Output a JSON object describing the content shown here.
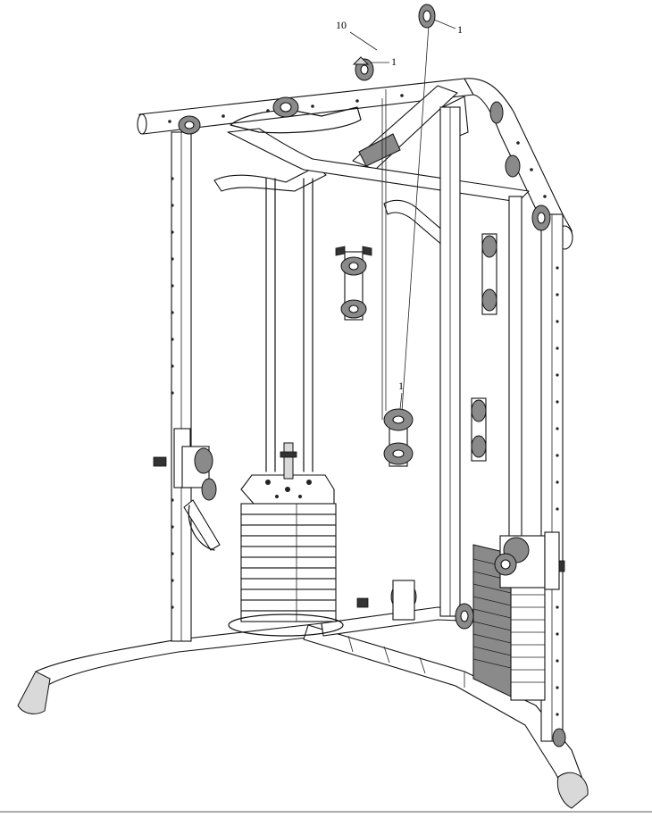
{
  "diagram": {
    "callouts": [
      {
        "id": "c10",
        "label": "10"
      },
      {
        "id": "c1a",
        "label": "1"
      },
      {
        "id": "c1b",
        "label": "1"
      },
      {
        "id": "c1c",
        "label": "1"
      }
    ]
  }
}
